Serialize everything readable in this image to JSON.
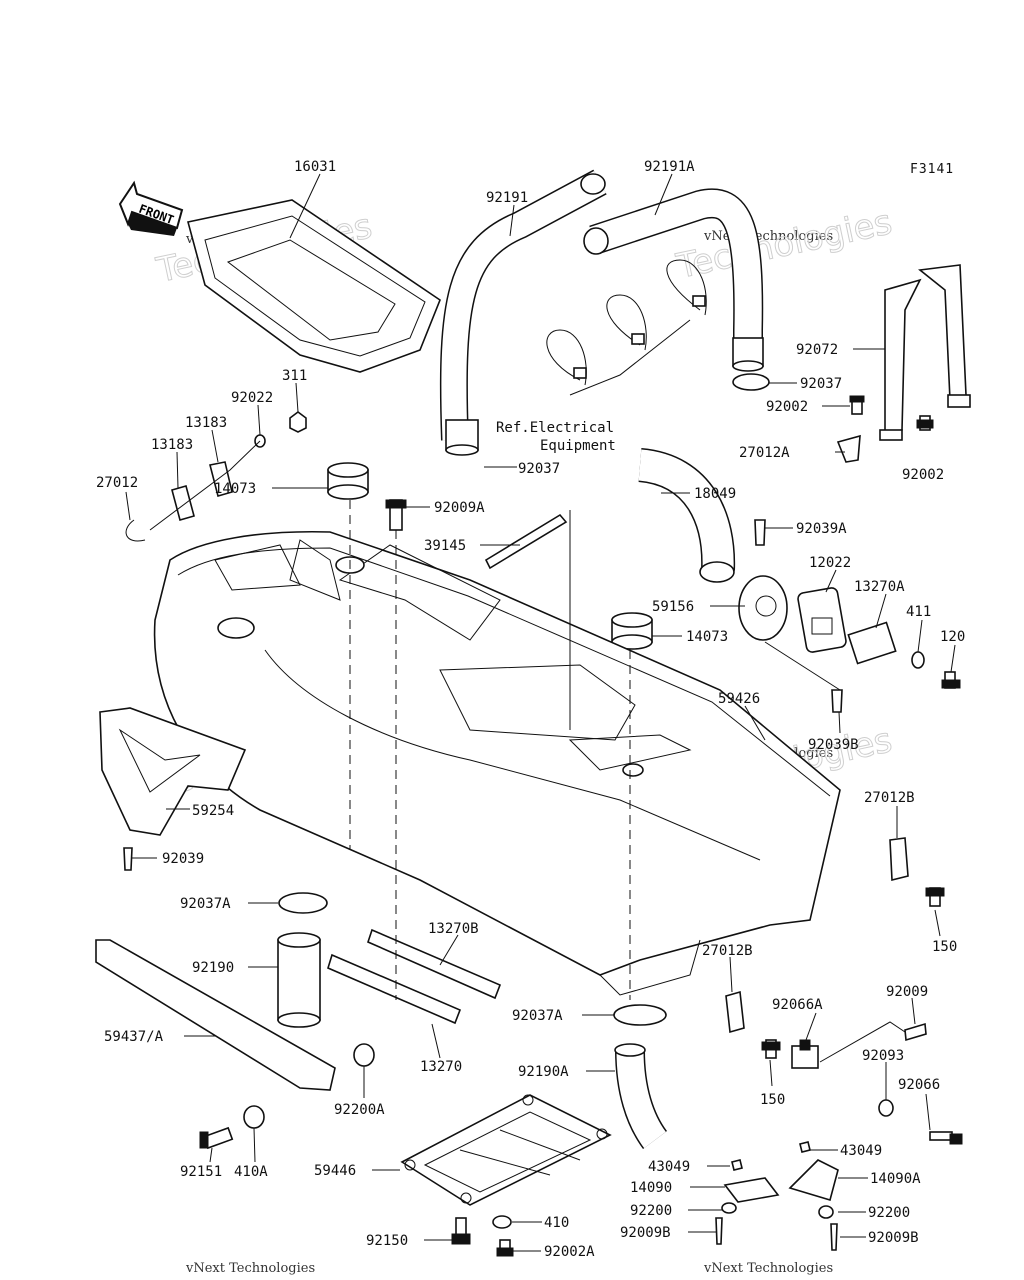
{
  "diagram": {
    "figure_code": "F3141",
    "front_label": "FRONT",
    "reference_note": [
      "Ref.Electrical",
      "Equipment"
    ],
    "watermark": {
      "brand": "vNext Technologies",
      "word": "Technologies"
    },
    "parts": [
      "16031",
      "92191",
      "92191A",
      "92072",
      "92037",
      "92002",
      "27012A",
      "311",
      "92022",
      "13183",
      "13183",
      "27012",
      "14073",
      "92009A",
      "39145",
      "92037",
      "18049",
      "92039A",
      "12022",
      "13270A",
      "59156",
      "411",
      "120",
      "14073",
      "92039B",
      "59426",
      "59254",
      "92039",
      "27012B",
      "150",
      "92037A",
      "13270B",
      "92190",
      "27012B",
      "92009",
      "92066A",
      "59437/A",
      "92037A",
      "92093",
      "13270",
      "92190A",
      "92066",
      "150",
      "92200A",
      "410A",
      "43049",
      "14090A",
      "59446",
      "43049",
      "14090",
      "92200",
      "92200",
      "92151",
      "410",
      "92009B",
      "92009B",
      "92150",
      "92002A"
    ]
  }
}
